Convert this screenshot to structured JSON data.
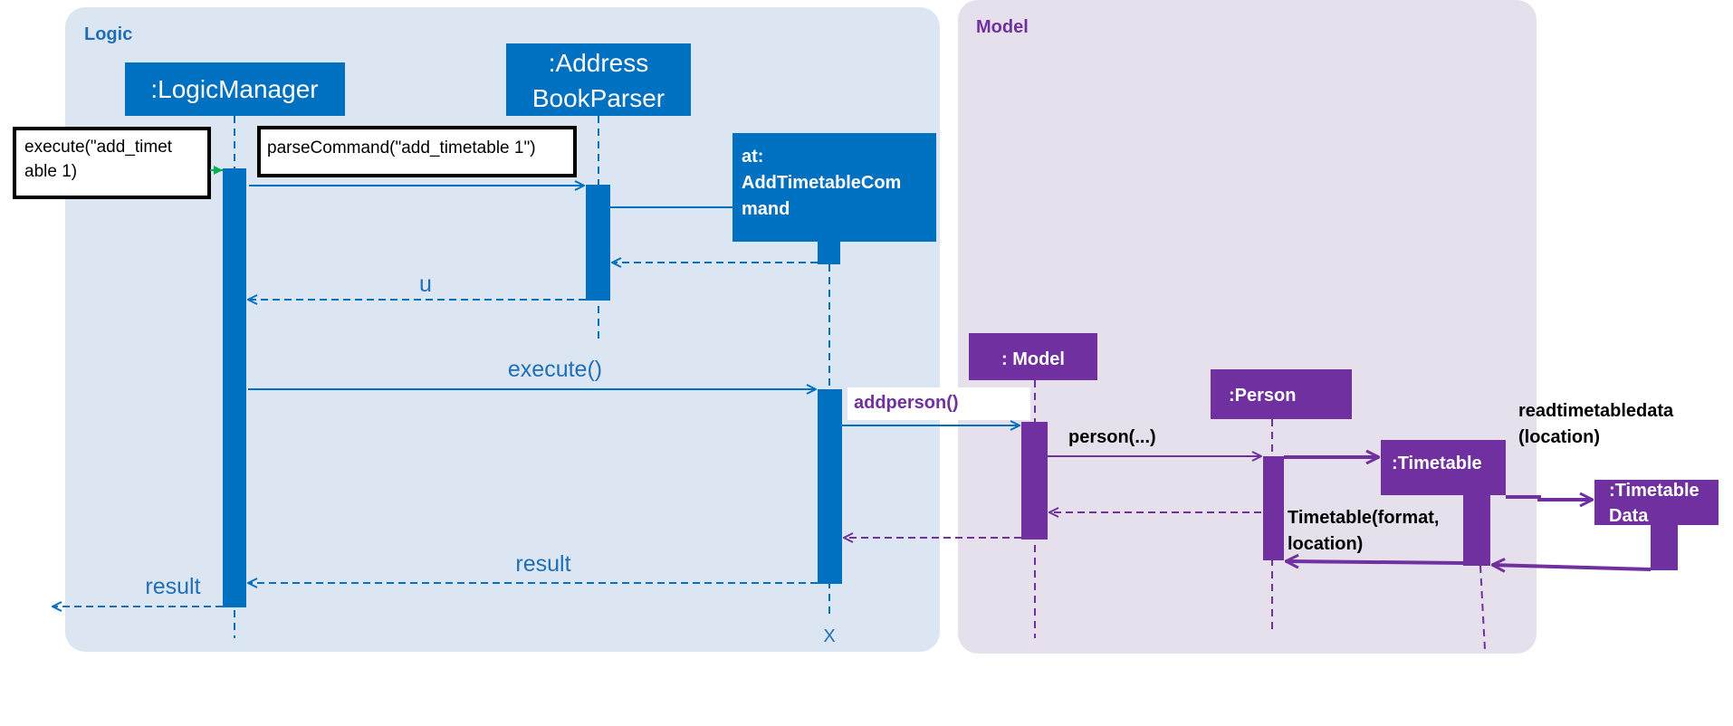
{
  "colors": {
    "logic_panel": "#dce6f2",
    "model_panel": "#e6e0ec",
    "logic_blue": "#0070c0",
    "model_purple": "#7030a0",
    "green_arrow": "#00b050"
  },
  "frames": {
    "logic": "Logic",
    "model": "Model"
  },
  "participants": {
    "logic_manager": ":LogicManager",
    "parser_line1": ":Address",
    "parser_line2": "BookParser",
    "command_line1": "at:",
    "command_line2": "AddTimetableCom",
    "command_line3": "mand",
    "model": ": Model",
    "person": ":Person",
    "timetable": ":Timetable",
    "timetable_data_line1": ":Timetable",
    "timetable_data_line2": "Data"
  },
  "messages": {
    "execute_call_line1": "execute(\"add_timet",
    "execute_call_line2": "able 1)",
    "parse_command": "parseCommand(\"add_timetable 1\")",
    "parser_return": "u",
    "execute": "execute()",
    "result_return": "result",
    "final_result": "result",
    "add_person": "addperson()",
    "person_ctor": "person(...)",
    "timetable_ctor_line1": "Timetable(format,",
    "timetable_ctor_line2": "location)",
    "read_data_line1": "readtimetabledata",
    "read_data_line2": "(location)",
    "destroy_marker": "X"
  }
}
